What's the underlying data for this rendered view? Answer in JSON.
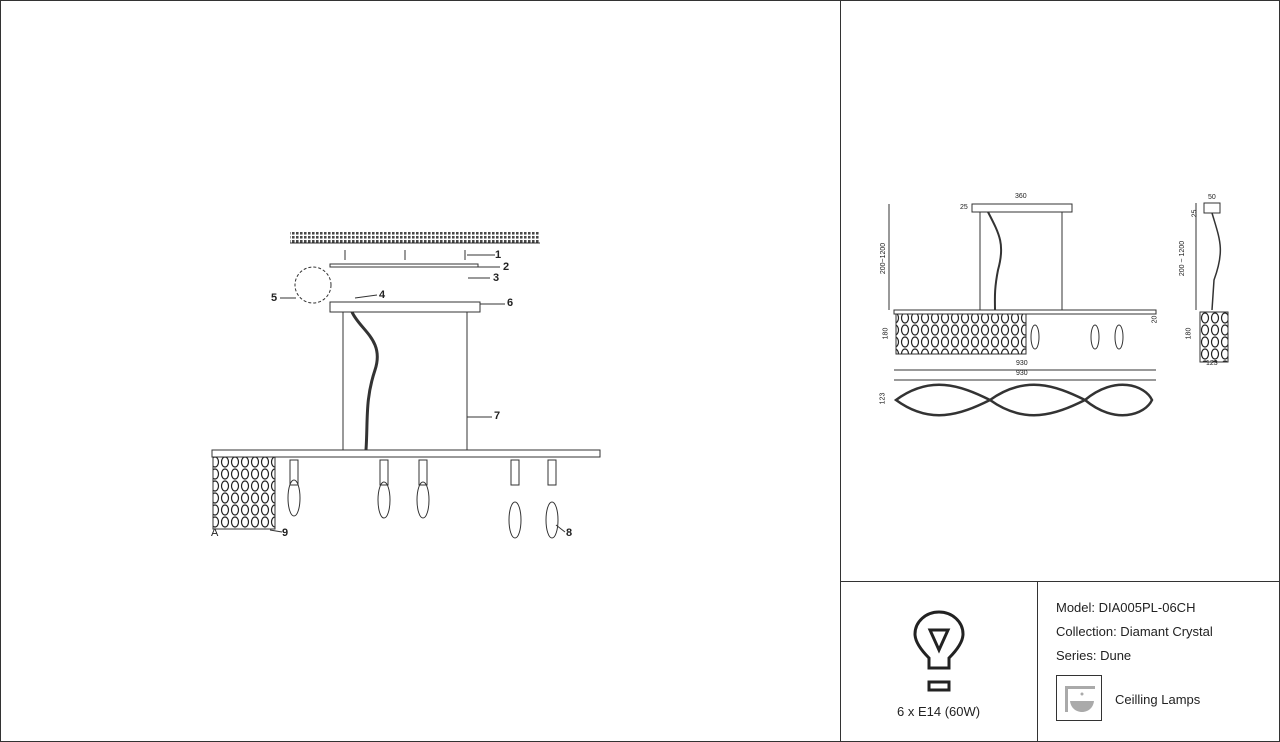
{
  "assembly": {
    "part_labels": [
      "1",
      "2",
      "3",
      "4",
      "5",
      "6",
      "7",
      "8",
      "9"
    ],
    "detail_label": "A"
  },
  "dimensions": {
    "canopy_width": "360",
    "canopy_height": "25",
    "suspension_range": "200~1200",
    "body_height": "180",
    "bar_height": "20",
    "body_length": "930",
    "top_length": "930",
    "depth": "123",
    "side_canopy_width": "50",
    "side_canopy_height": "25",
    "side_suspension_range": "200 ~ 1200",
    "side_height": "180",
    "side_depth": "123"
  },
  "bulb": {
    "icon": "light-bulb-icon",
    "spec": "6 x E14 (60W)"
  },
  "product": {
    "model": "Model: DIA005PL-06CH",
    "collection": "Collection: Diamant Crystal",
    "series": "Series: Dune",
    "category_icon": "ceiling-lamp-icon",
    "category": "Ceilling Lamps"
  }
}
